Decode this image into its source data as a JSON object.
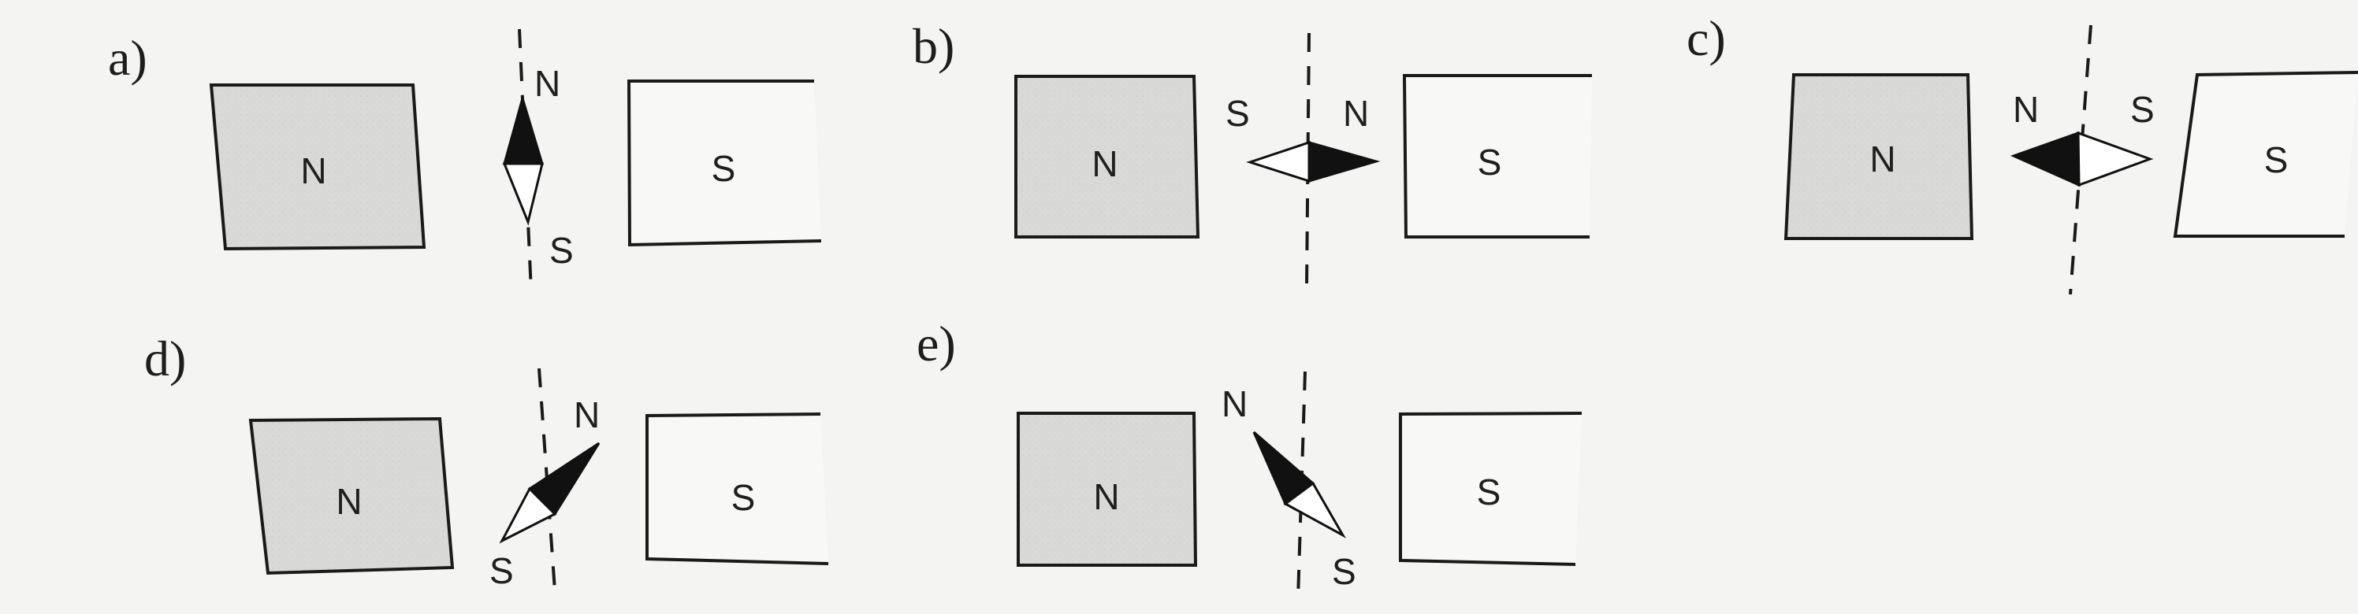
{
  "panels": [
    {
      "label": "a)",
      "left_magnet": "N",
      "right_magnet": "S",
      "needle_top": "N",
      "needle_bottom": "S"
    },
    {
      "label": "b)",
      "left_magnet": "N",
      "right_magnet": "S",
      "needle_left": "S",
      "needle_right": "N"
    },
    {
      "label": "c)",
      "left_magnet": "N",
      "right_magnet": "S",
      "needle_left": "N",
      "needle_right": "S"
    },
    {
      "label": "d)",
      "left_magnet": "N",
      "right_magnet": "S",
      "needle_top": "N",
      "needle_bottom": "S"
    },
    {
      "label": "e)",
      "left_magnet": "N",
      "right_magnet": "S",
      "needle_top": "N",
      "needle_bottom": "S"
    }
  ],
  "colors": {
    "background": "#f4f4f2",
    "north_magnet_fill": "#d9d9d7",
    "south_magnet_fill": "#f8f8f6",
    "line": "#1a1a1a",
    "needle_north": "#111111",
    "needle_south": "#ffffff"
  }
}
